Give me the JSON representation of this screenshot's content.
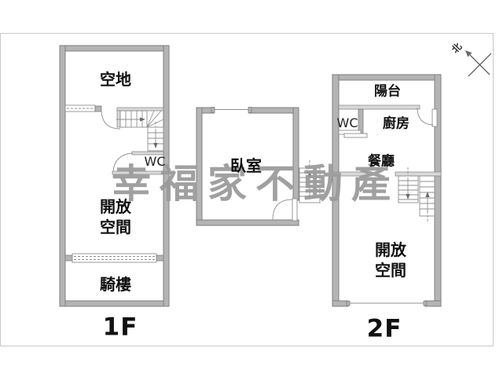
{
  "watermark": {
    "text": "幸福家不動產"
  },
  "compass": {
    "north_label": "北"
  },
  "floor1": {
    "name_label": "1F",
    "rooms": {
      "open_land": "空地",
      "open_space_line1": "開放",
      "open_space_line2": "空間",
      "wc": "WC",
      "arcade": "騎樓"
    }
  },
  "mezzanine": {
    "rooms": {
      "bedroom": "臥室"
    }
  },
  "floor2": {
    "name_label": "2F",
    "rooms": {
      "balcony": "陽台",
      "wc": "WC",
      "kitchen": "廚房",
      "dining": "餐廳",
      "open_space_line1": "開放",
      "open_space_line2": "空間"
    }
  },
  "colors": {
    "background": "#ffffff",
    "wall_fill": "#b4b4b4",
    "wall_outline": "#7f7f7f",
    "thin_line": "#8f8f8f",
    "watermark": "#9b9b9b",
    "label_text": "#111111",
    "frame": "#c9c9c9"
  }
}
